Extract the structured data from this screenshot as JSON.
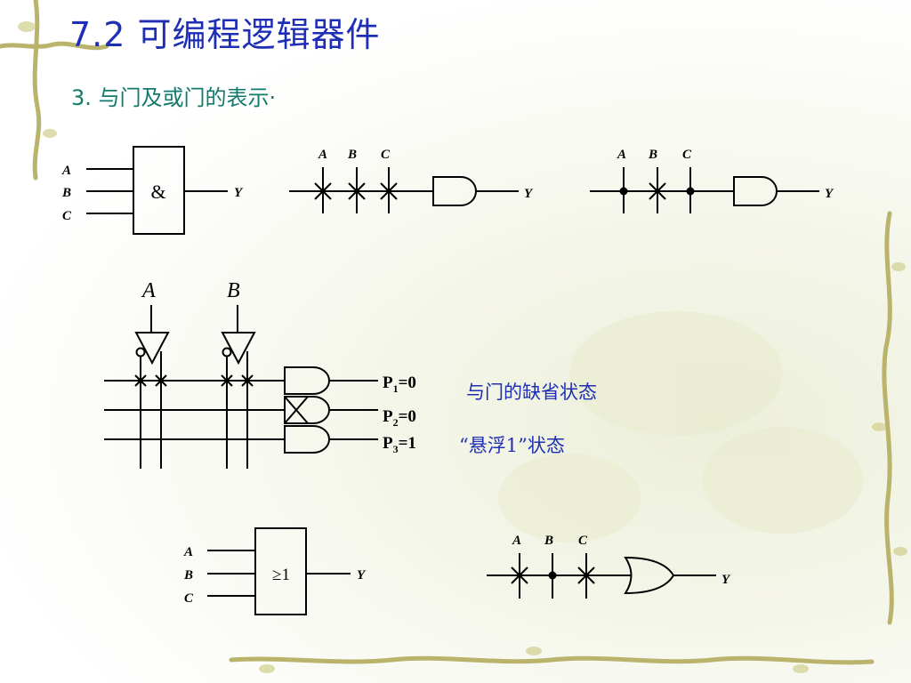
{
  "slide": {
    "title": "7.2 可编程逻辑器件",
    "subtitle": "3. 与门及或门的表示·",
    "note_and_default": "与门的缺省状态",
    "note_float": "“悬浮1”状态"
  },
  "labels": {
    "A": "A",
    "B": "B",
    "C": "C",
    "Y": "Y",
    "and_symbol": "&",
    "or_symbol": "≥1",
    "p1": "P",
    "p1_sub": "1",
    "p1_val": "=0",
    "p2": "P",
    "p2_sub": "2",
    "p2_val": "=0",
    "p3": "P",
    "p3_sub": "3",
    "p3_val": "=1"
  },
  "colors": {
    "title": "#1f2fb5",
    "subtitle": "#127a6c",
    "note": "#1f2fb5",
    "line": "#000000"
  }
}
